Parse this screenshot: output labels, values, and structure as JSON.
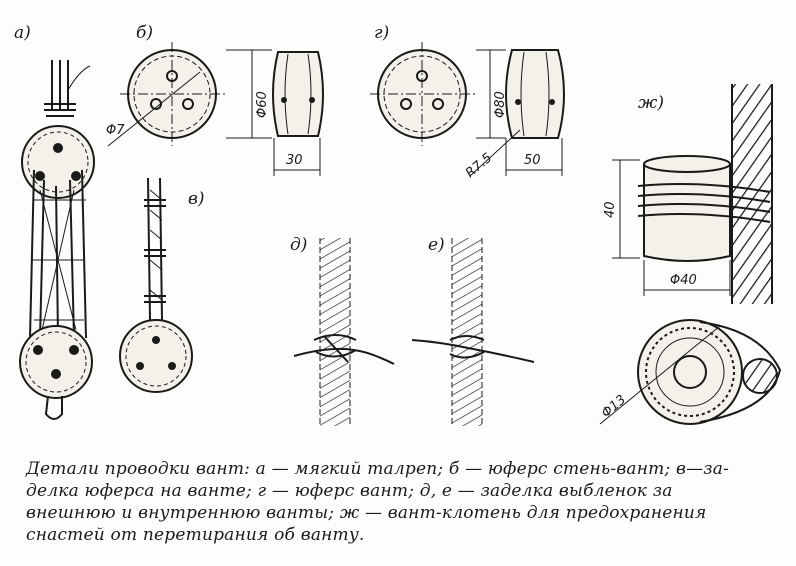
{
  "panel_labels": {
    "a": "а)",
    "b": "б)",
    "v": "в)",
    "g": "г)",
    "d": "д)",
    "e": "е)",
    "zh": "ж)"
  },
  "dimensions": {
    "b_hole": "Φ7",
    "b_diameter": "Φ60",
    "b_thickness": "30",
    "g_diameter": "Φ80",
    "g_radius": "R7.5",
    "g_thickness": "50",
    "zh_height": "40",
    "zh_diameter": "Φ40",
    "zh_rope": "Φ13"
  },
  "caption": {
    "line1": "Детали проводки вант: а — мягкий талреп; б — юферс стень-вант; в—за-",
    "line2": "делка юферса на ванте; г — юферс вант; д, е — заделка выбленок за",
    "line3": "внешнюю и внутреннюю ванты; ж — вант-клотень для предохранения",
    "line4": "снастей от перетирания об ванту."
  }
}
